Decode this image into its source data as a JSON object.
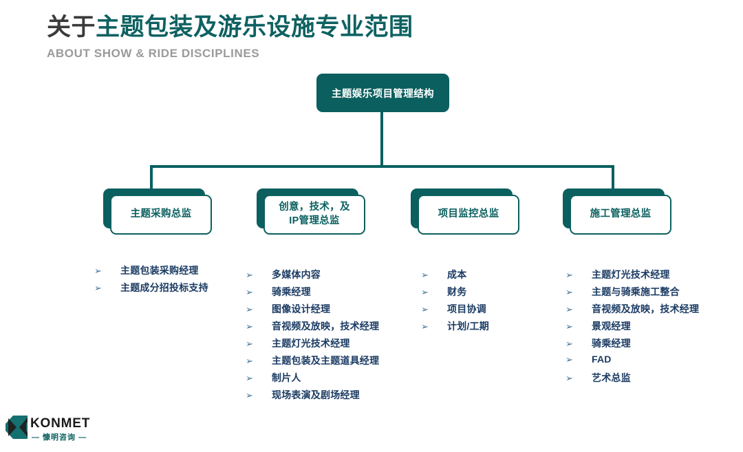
{
  "title": {
    "main_prefix": "关于",
    "main_highlight": "主题包装及游乐设施专业范围",
    "subtitle": "ABOUT SHOW & RIDE DISCIPLINES",
    "prefix_color": "#3b3b3b",
    "highlight_color": "#0e6161",
    "subtitle_color": "#9a9a9a"
  },
  "org_chart": {
    "root": {
      "label": "主题娱乐项目管理结构"
    },
    "nodes": [
      {
        "label": "主题采购总监"
      },
      {
        "label": "创意，技术，及\nIP管理总监"
      },
      {
        "label": "项目监控总监"
      },
      {
        "label": "施工管理总监"
      }
    ],
    "node_fill": "#0b5f5f",
    "node_text": "#0b5f5f",
    "line_color": "#06605f"
  },
  "columns": [
    {
      "bullet_glyph": "➢",
      "items": [
        "主题包装采购经理",
        "主题成分招投标支持"
      ]
    },
    {
      "bullet_glyph": "➢",
      "items": [
        "多媒体内容",
        "骑乘经理",
        "图像设计经理",
        "音视频及放映，技术经理",
        "主题灯光技术经理",
        "主题包装及主题道具经理",
        "制片人",
        "现场表演及剧场经理"
      ]
    },
    {
      "bullet_glyph": "➢",
      "items": [
        "成本",
        "财务",
        "项目协调",
        "计划/工期"
      ]
    },
    {
      "bullet_glyph": "➢",
      "items": [
        "主题灯光技术经理",
        "主题与骑乘施工整合",
        "音视频及放映，技术经理",
        "景观经理",
        "骑乘经理",
        "FAD",
        "艺术总监"
      ]
    }
  ],
  "bullet_text_color": "#1b3b63",
  "bullet_arrow_color": "#3d6e94",
  "logo": {
    "wordmark": "KONMET",
    "tagline": "— 慷明咨询 —",
    "mark_teal": "#157070",
    "mark_dark": "#222222"
  }
}
